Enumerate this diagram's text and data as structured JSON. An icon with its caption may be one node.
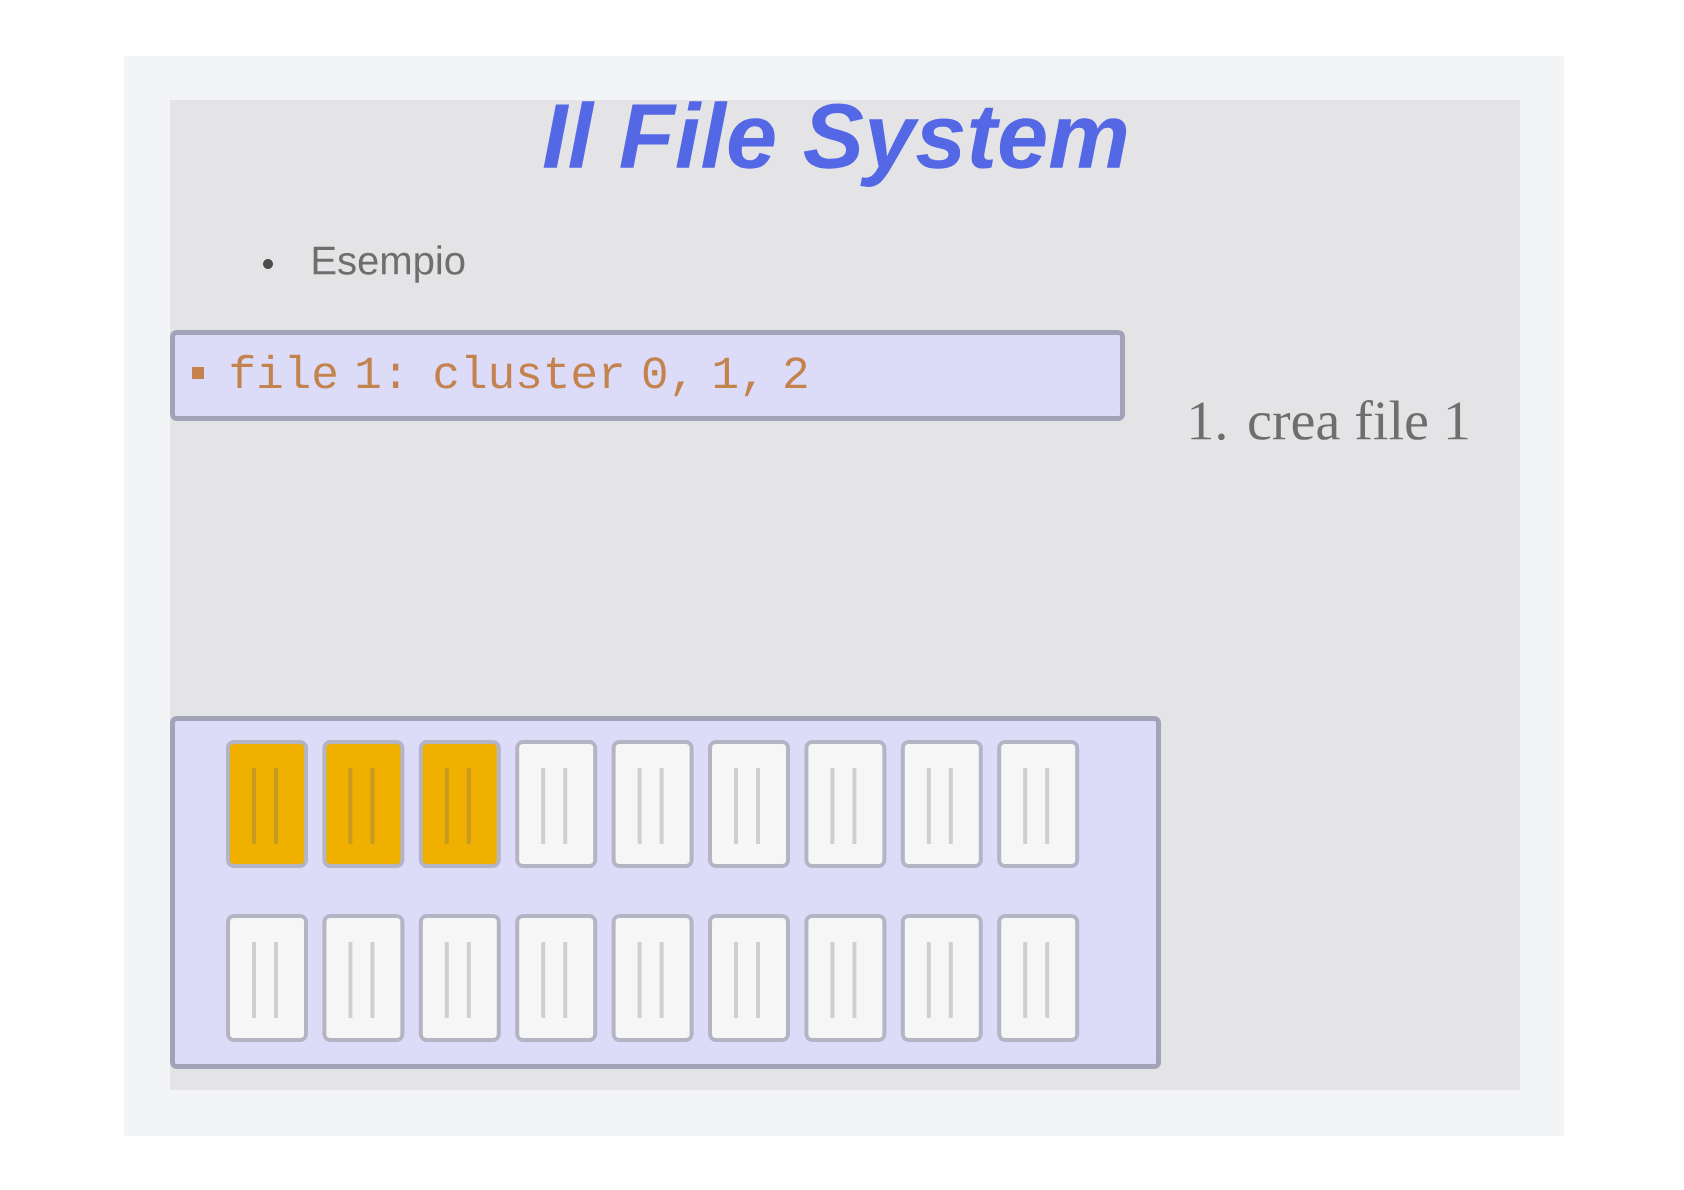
{
  "diagram": {
    "title": "Il File System",
    "nodes": [
      {
        "text": [
          "file 1: cluster 0, 1, 2"
        ]
      },
      {
        "text": [],
        "shape": "box"
      },
      {
        "text": [],
        "shape": "box",
        "in": 1
      },
      {
        "text": [],
        "shape": "box",
        "in": 1
      },
      {
        "text": [],
        "shape": "box",
        "in": 1
      },
      {
        "text": [],
        "shape": "box",
        "in": 1
      },
      {
        "text": [],
        "shape": "box",
        "in": 1
      },
      {
        "text": [],
        "shape": "box",
        "in": 1
      },
      {
        "text": [],
        "shape": "box",
        "in": 1
      },
      {
        "text": [],
        "shape": "box",
        "in": 1
      },
      {
        "text": [],
        "shape": "box",
        "in": 1
      },
      {
        "text": [],
        "shape": "box",
        "in": 1
      },
      {
        "text": [],
        "shape": "box",
        "in": 1
      },
      {
        "text": [],
        "shape": "box",
        "in": 1
      },
      {
        "text": [],
        "shape": "box",
        "in": 1
      },
      {
        "text": [],
        "shape": "box",
        "in": 1
      },
      {
        "text": [],
        "shape": "box",
        "in": 1
      },
      {
        "text": [],
        "shape": "box",
        "in": 1
      },
      {
        "text": [],
        "shape": "box",
        "in": 1
      },
      {
        "text": [],
        "shape": "box",
        "in": 1
      }
    ],
    "labels": [
      "Esempio",
      "1. crea file 1"
    ]
  }
}
